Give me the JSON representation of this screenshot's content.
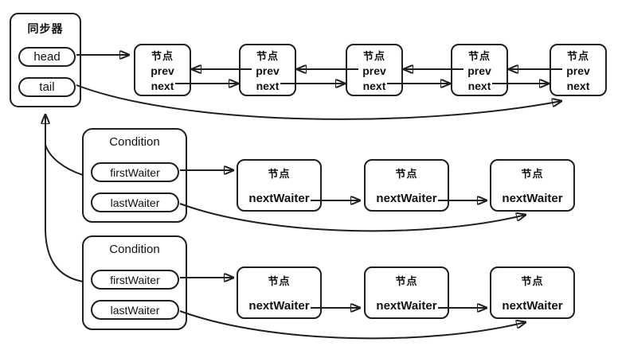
{
  "colors": {
    "background": "#ffffff",
    "line": "#1f1f1f",
    "text": "#111111"
  },
  "synchronizer": {
    "title": "同步器",
    "head_label": "head",
    "tail_label": "tail"
  },
  "sync_queue": {
    "node_title": "节点",
    "prev_label": "prev",
    "next_label": "next",
    "node_count": 5
  },
  "condition1": {
    "title": "Condition",
    "first_waiter_label": "firstWaiter",
    "last_waiter_label": "lastWaiter"
  },
  "condition2": {
    "title": "Condition",
    "first_waiter_label": "firstWaiter",
    "last_waiter_label": "lastWaiter"
  },
  "condition_queue": {
    "node_title": "节点",
    "next_waiter_label": "nextWaiter",
    "node_count": 3
  },
  "relations": [
    "head -> first sync-queue node",
    "tail -> last sync-queue node",
    "sync-queue nodes doubly linked via prev/next",
    "each Condition -> synchronizer",
    "firstWaiter -> first waiter node",
    "lastWaiter -> last waiter node",
    "waiter nodes singly linked via nextWaiter"
  ]
}
